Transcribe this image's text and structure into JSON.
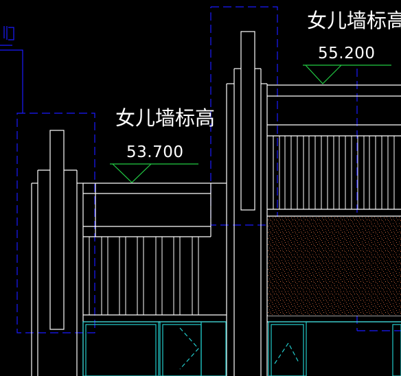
{
  "drawing": {
    "labels": [
      {
        "title": "女儿墙标高",
        "elevation": "53.700"
      },
      {
        "title": "女儿墙标高",
        "elevation": "55.200"
      }
    ],
    "colors": {
      "background": "#000000",
      "linework": "#ffffff",
      "dimension_markers": "#22cc44",
      "dashed_outline": "#1a1aff",
      "window_frames": "#22cccc",
      "hatch_fill": "#c8603a"
    }
  }
}
